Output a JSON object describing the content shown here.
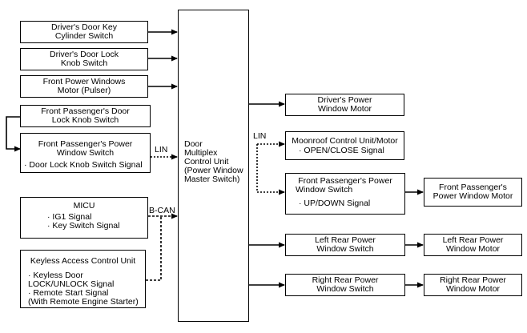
{
  "inputs": {
    "key_cylinder": [
      "Driver's Door Key",
      "Cylinder Switch"
    ],
    "lock_knob": [
      "Driver's Door Lock",
      "Knob Switch"
    ],
    "window_motor": [
      "Front Power Windows",
      "Motor (Pulser)"
    ],
    "pass_lock_knob": [
      "Front Passenger's Door",
      "Lock Knob Switch"
    ],
    "pass_pw_switch": {
      "title": [
        "Front Passenger's Power",
        "Window Switch"
      ],
      "signal": "· Door Lock Knob Switch Signal"
    },
    "micu": {
      "title": "MICU",
      "signals": [
        "· IG1 Signal",
        "· Key Switch Signal"
      ]
    },
    "keyless": {
      "title": "Keyless Access Control Unit",
      "signals": [
        "· Keyless Door",
        "LOCK/UNLOCK Signal",
        "· Remote Start Signal",
        "(With Remote Engine Starter)"
      ]
    }
  },
  "center": [
    "Door",
    "Multiplex",
    "Control Unit",
    "(Power Window",
    "Master Switch)"
  ],
  "bus": {
    "lin_in": "LIN",
    "lin_out": "LIN",
    "bcan": "B-CAN"
  },
  "outputs": {
    "driver_motor": [
      "Driver's Power",
      "Window Motor"
    ],
    "moonroof": {
      "title": "Moonroof Control Unit/Motor",
      "signal": "· OPEN/CLOSE Signal"
    },
    "pass_switch": {
      "title": [
        "Front Passenger's Power",
        "Window Switch"
      ],
      "signal": "· UP/DOWN Signal"
    },
    "pass_motor": [
      "Front Passenger's",
      "Power Window Motor"
    ],
    "lr_switch": [
      "Left Rear Power",
      "Window Switch"
    ],
    "lr_motor": [
      "Left Rear Power",
      "Window Motor"
    ],
    "rr_switch": [
      "Right Rear Power",
      "Window Switch"
    ],
    "rr_motor": [
      "Right Rear Power",
      "Window Motor"
    ]
  }
}
